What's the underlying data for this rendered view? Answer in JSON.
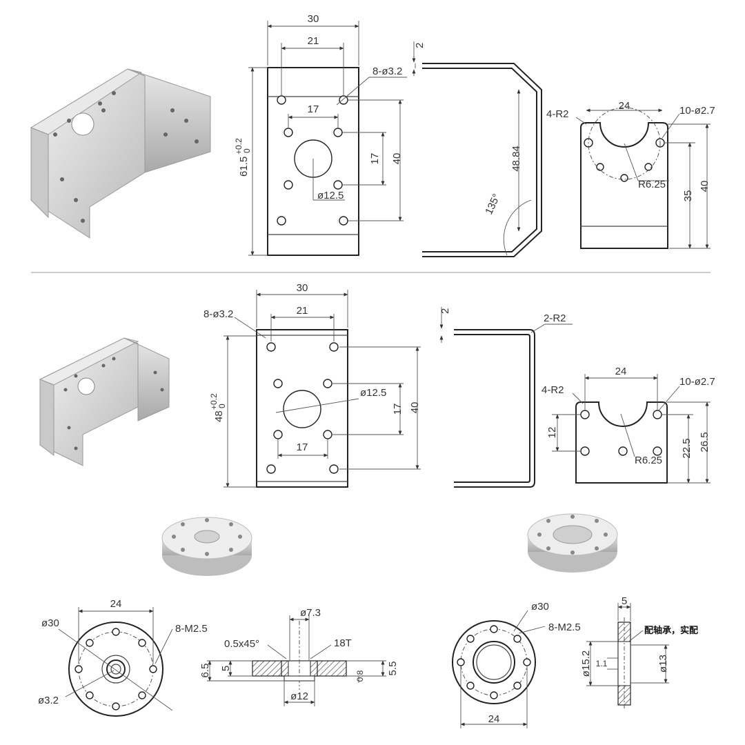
{
  "top_bracket": {
    "width": "30",
    "hole_spacing_top": "21",
    "holes_label": "8-ø3.2",
    "inner_spacing": "17",
    "inner_height": "17",
    "outer_height": "40",
    "height": "61.5",
    "height_tol_upper": "+0.2",
    "height_tol_lower": "0",
    "center_hole": "ø12.5",
    "thickness": "2",
    "side_length": "48.84",
    "angle": "135°",
    "end_width": "24",
    "end_radius": "4-R2",
    "end_holes": "10-ø2.7",
    "end_inner_radius": "R6.25",
    "end_h1": "35",
    "end_h2": "40"
  },
  "bottom_bracket": {
    "width": "30",
    "hole_spacing_top": "21",
    "holes_label": "8-ø3.2",
    "center_hole": "ø12.5",
    "inner_height": "17",
    "outer_height": "40",
    "inner_spacing": "17",
    "height": "48",
    "height_tol_upper": "+0.2",
    "height_tol_lower": "0",
    "thickness": "2",
    "bend_radius": "2-R2",
    "end_width": "24",
    "end_radius": "4-R2",
    "end_holes": "10-ø2.7",
    "end_h_left": "12",
    "end_inner_radius": "R6.25",
    "end_h1": "22.5",
    "end_h2": "26.5"
  },
  "hub_left": {
    "pcd": "24",
    "outer": "ø30",
    "bolt_holes": "8-M2.5",
    "small_hole": "ø3.2",
    "bore": "ø7.3",
    "chamfer": "0.5x45°",
    "spline": "18T",
    "h1": "6.5",
    "h2": "5",
    "step": "0.8",
    "h3": "5.5",
    "base": "ø12"
  },
  "hub_right": {
    "outer": "ø30",
    "bolt_holes": "8-M2.5",
    "pcd": "24",
    "thickness": "5",
    "note": "配轴承，实配",
    "inner": "ø15.2",
    "lip": "1.1",
    "bore": "ø13"
  }
}
